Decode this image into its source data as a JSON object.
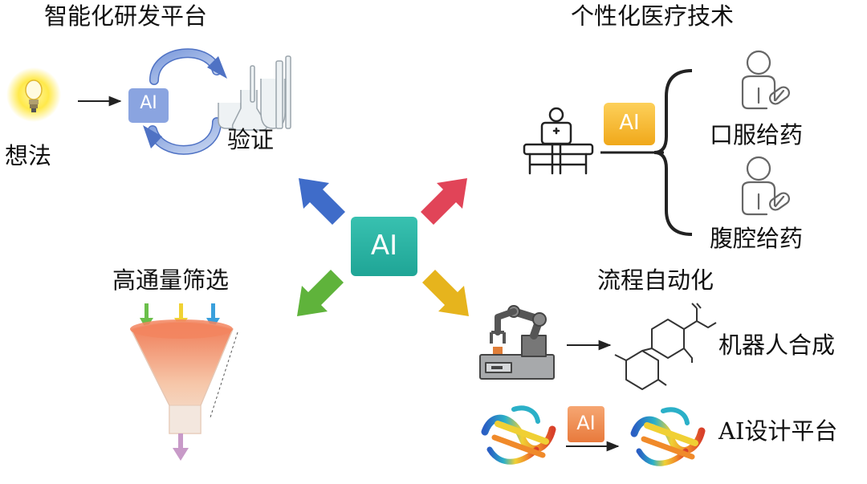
{
  "sections": {
    "rnd": {
      "title": "智能化研发平台",
      "idea": "想法",
      "ai_badge": "AI",
      "verify": "验证"
    },
    "personal": {
      "title": "个性化医疗技术",
      "ai_badge": "AI",
      "oral": "口服给药",
      "abdominal": "腹腔给药"
    },
    "screening": {
      "title": "高通量筛选"
    },
    "automation": {
      "title": "流程自动化",
      "robot": "机器人合成",
      "ai_badge": "AI",
      "design": "AI设计平台"
    }
  },
  "center": {
    "label": "AI"
  },
  "colors": {
    "center_box": "#2bb5a5",
    "arrow_up_left": "#3f6cc9",
    "arrow_up_right": "#e14458",
    "arrow_down_left": "#5fb33b",
    "arrow_down_right": "#e6b41d",
    "ai_blue": "#8aa4e0",
    "ai_yellow": "#f5b81e",
    "ai_orange": "#ef8c4c"
  }
}
